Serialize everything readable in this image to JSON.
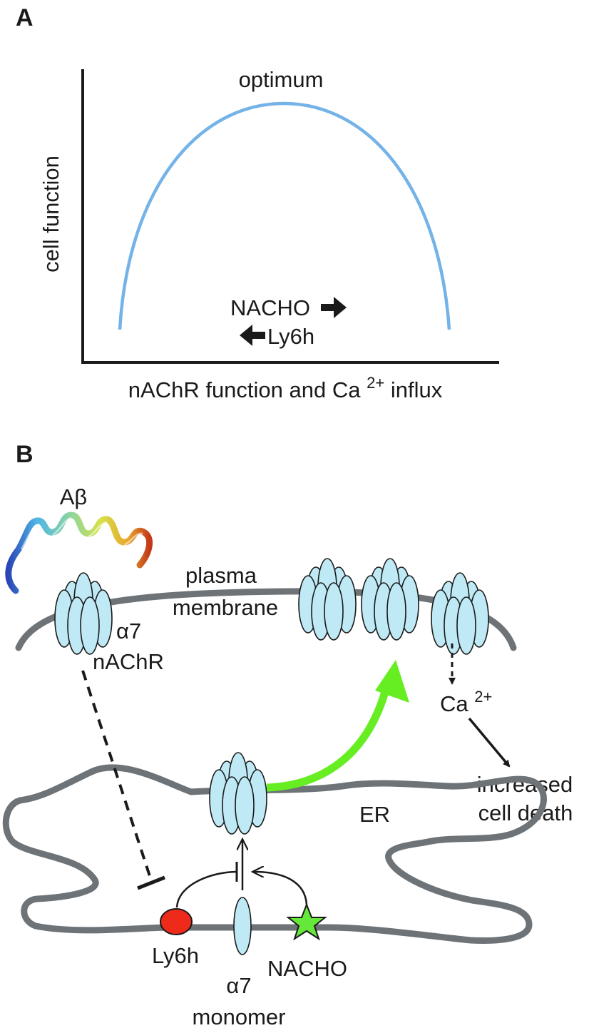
{
  "panel_a": {
    "letter": "A",
    "y_axis_label": "cell function",
    "x_axis_label_prefix": "nAChR function and Ca",
    "x_axis_label_sup": "2+",
    "x_axis_label_suffix": " influx",
    "curve_label": "optimum",
    "nacho_label": "NACHO",
    "ly6h_label": "Ly6h",
    "curve_color": "#74b3e8"
  },
  "panel_b": {
    "letter": "B",
    "abeta_label": "Aβ",
    "plasma_membrane_line1": "plasma",
    "plasma_membrane_line2": "membrane",
    "receptor_line1": "α7",
    "receptor_line2": "nAChR",
    "ca_label": "Ca",
    "ca_sup": "2+",
    "cell_death_line1": "increased",
    "cell_death_line2": "cell death",
    "er_label": "ER",
    "ly6h_label": "Ly6h",
    "nacho_label": "NACHO",
    "monomer_line1": "α7",
    "monomer_line2": "monomer",
    "colors": {
      "membrane": "#6d7377",
      "channel": "#bfe9f5",
      "trafficking_arrow": "#66ee22",
      "ly6h": "#ee2b1a",
      "nacho": "#66e83a"
    }
  }
}
